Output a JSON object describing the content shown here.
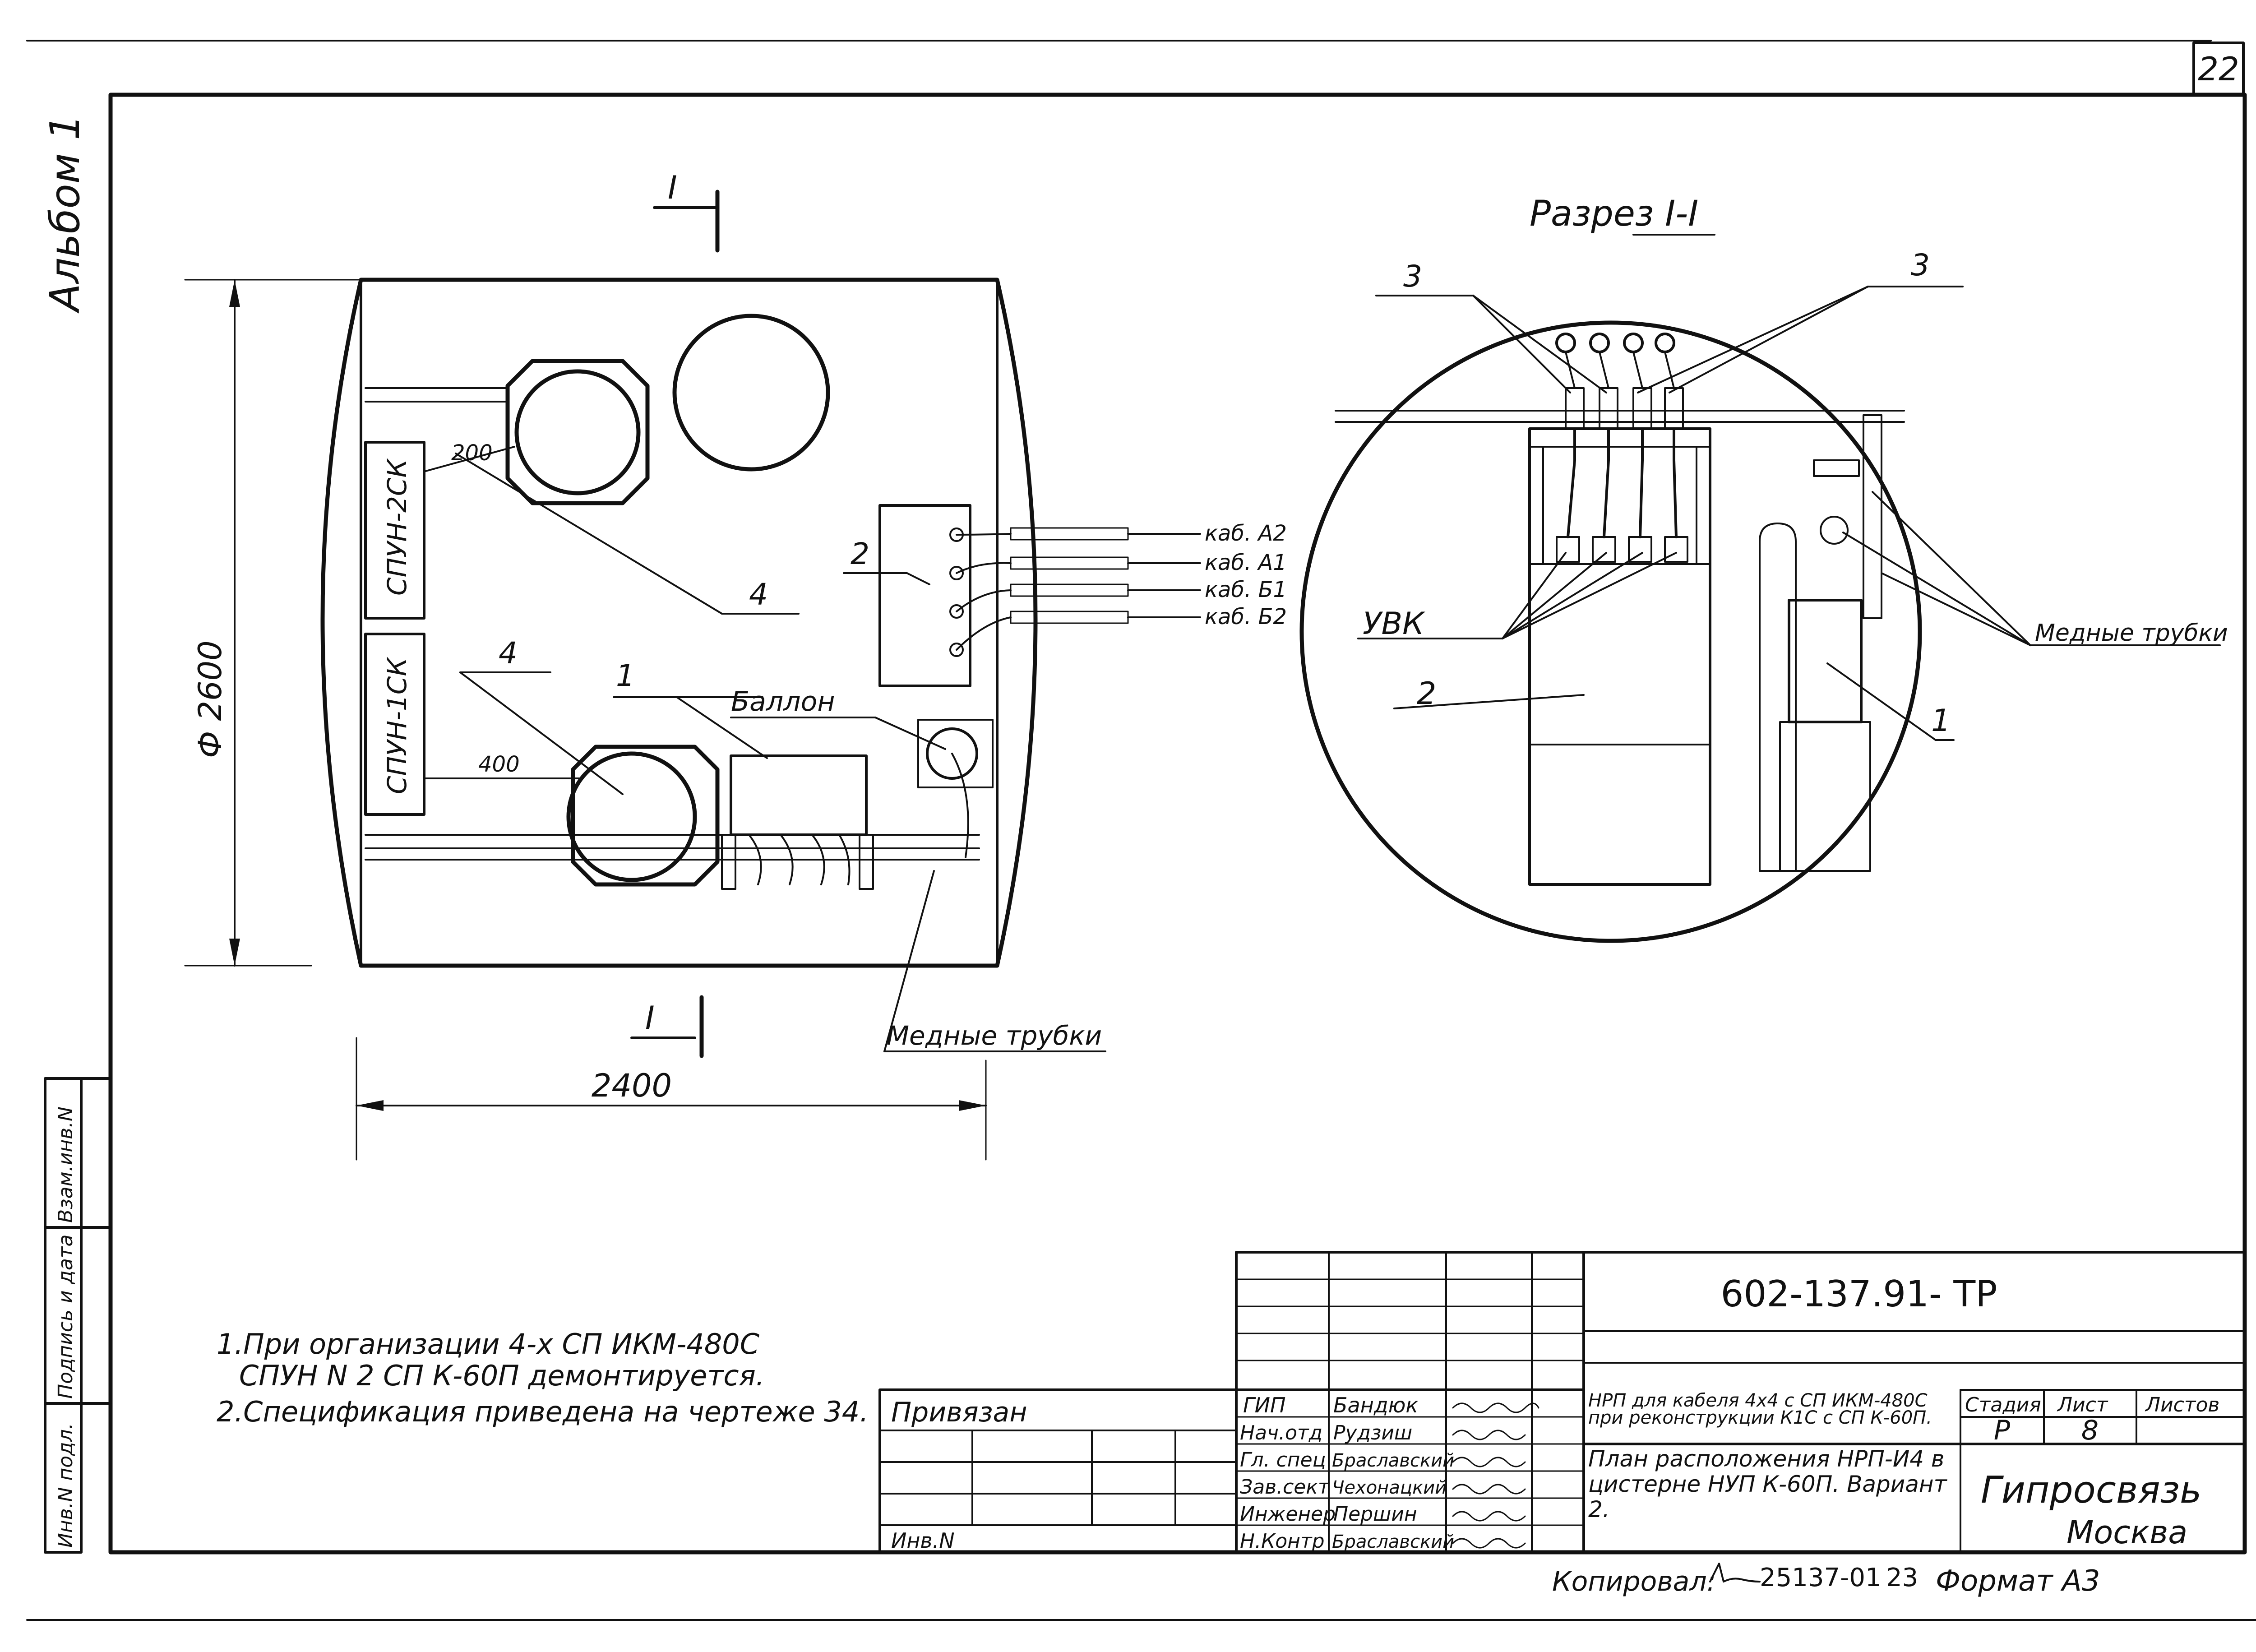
{
  "sheet": {
    "page_number": "22",
    "album_label": "Альбом 1"
  },
  "side_stamp": {
    "inv_original": "Инв.N подл.",
    "signature_date": "Подпись и дата",
    "replaced_inv": "Взам.инв.N"
  },
  "plan": {
    "section_mark_top": "I",
    "section_mark_bottom": "I",
    "dim_diameter": "Ф 2600",
    "dim_length": "2400",
    "label_spun_2ck": "СПУН-2СК",
    "label_spun_1ck": "СПУН-1СК",
    "dim_200": "200",
    "dim_400": "400",
    "callout_2": "2",
    "callout_4_top": "4",
    "callout_4_bottom": "4",
    "callout_1": "1",
    "callout_ballon": "Баллон",
    "callout_copper": "Медные трубки",
    "cables": [
      "каб. А2",
      "каб. А1",
      "каб. Б1",
      "каб. Б2"
    ]
  },
  "section": {
    "title": "Разрез I-I",
    "callout_3_left": "3",
    "callout_3_right": "3",
    "callout_uvk": "УВК",
    "callout_2": "2",
    "callout_1": "1",
    "callout_copper": "Медные трубки"
  },
  "notes": [
    "1.При организации 4-х СП ИКМ-480С",
    "СПУН N 2 СП К-60П демонтируется.",
    "2.Спецификация приведена на чертеже 34."
  ],
  "title_block": {
    "doc_code": "602-137.91- ТР",
    "privyazan": "Привязан",
    "inv_n": "Инв.N",
    "roles": [
      "ГИП",
      "Нач.отд",
      "Гл. спец",
      "Зав.сект",
      "Инженер",
      "Н.Контр"
    ],
    "names": [
      "Бандюк",
      "Рудзиш",
      "Браславский",
      "Чехонацкий",
      "Першин",
      "Браславский"
    ],
    "description_1": "НРП для кабеля 4х4 с СП ИКМ-480С при реконструкции К1С с СП К-60П.",
    "description_2": "План расположения НРП-И4 в цистерне НУП К-60П. Вариант 2.",
    "stage_label": "Стадия",
    "sheet_label": "Лист",
    "sheets_label": "Листов",
    "stage_value": "Р",
    "sheet_value": "8",
    "org_name": "Гипросвязь",
    "org_city": "Москва",
    "copied": "Копировал:",
    "copy_number": "25137-01",
    "copy_page": "23",
    "format": "Формат А3"
  }
}
